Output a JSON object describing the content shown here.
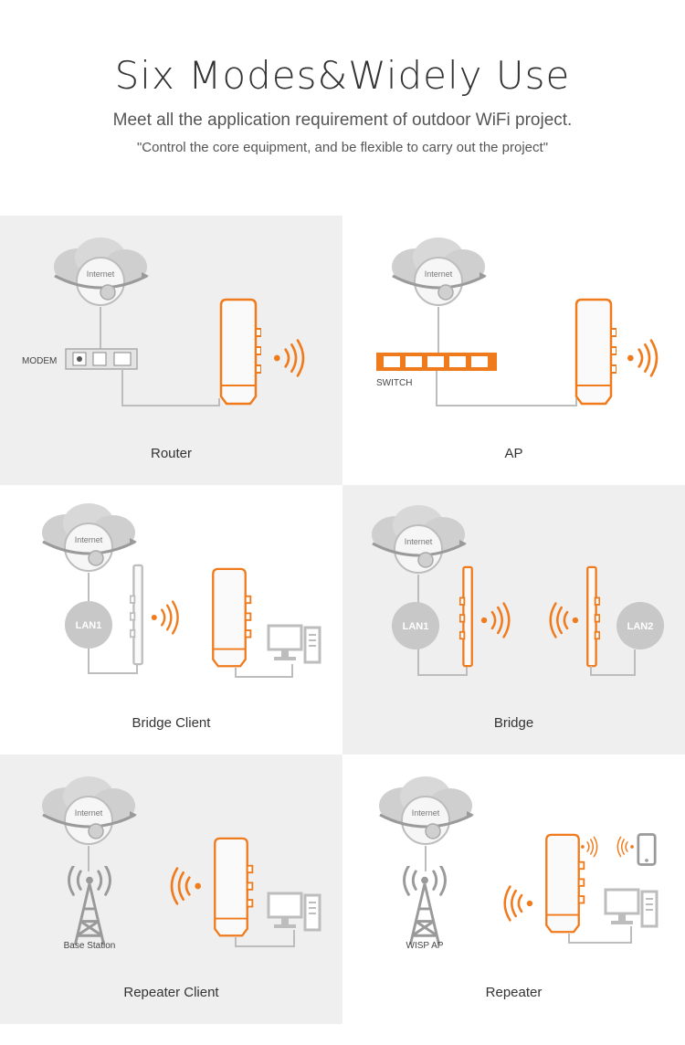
{
  "header": {
    "title": "Six Modes&Widely Use",
    "subtitle": "Meet all the application requirement of outdoor WiFi project.",
    "quote": "\"Control the core equipment, and be flexible to carry out the project\""
  },
  "cloud_label": "Internet",
  "panels": [
    {
      "caption": "Router",
      "labels": {
        "modem": "MODEM"
      }
    },
    {
      "caption": "AP",
      "labels": {
        "switch": "SWITCH"
      }
    },
    {
      "caption": "Bridge Client",
      "labels": {
        "lan1": "LAN1"
      }
    },
    {
      "caption": "Bridge",
      "labels": {
        "lan1": "LAN1",
        "lan2": "LAN2"
      }
    },
    {
      "caption": "Repeater Client",
      "labels": {
        "base_station": "Base Station"
      }
    },
    {
      "caption": "Repeater",
      "labels": {
        "wisp_ap": "WISP AP"
      }
    }
  ],
  "colors": {
    "accent": "#f07b1d",
    "gray_panel": "#efefef",
    "device_gray": "#c8c8c8"
  }
}
